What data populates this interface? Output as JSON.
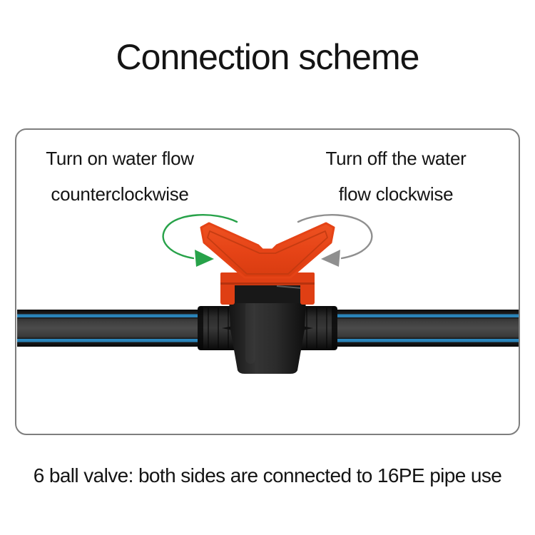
{
  "title": "Connection scheme",
  "panel": {
    "open_label": {
      "line1": "Turn on water flow",
      "line2": "counterclockwise"
    },
    "close_label": {
      "line1": "Turn off the water",
      "line2": "flow clockwise"
    }
  },
  "caption": "6 ball valve: both sides are connected to 16PE pipe use",
  "colors": {
    "text": "#141414",
    "box_border": "#7e7e7e",
    "arrow_green": "#27a249",
    "arrow_gray": "#8f8f8f",
    "handle_orange": "#e54316",
    "handle_ridge": "#c03a10",
    "collar_orange": "#df3f14",
    "valve_black": "#181818",
    "pipe_stripe_blue": "#2a84ba"
  }
}
